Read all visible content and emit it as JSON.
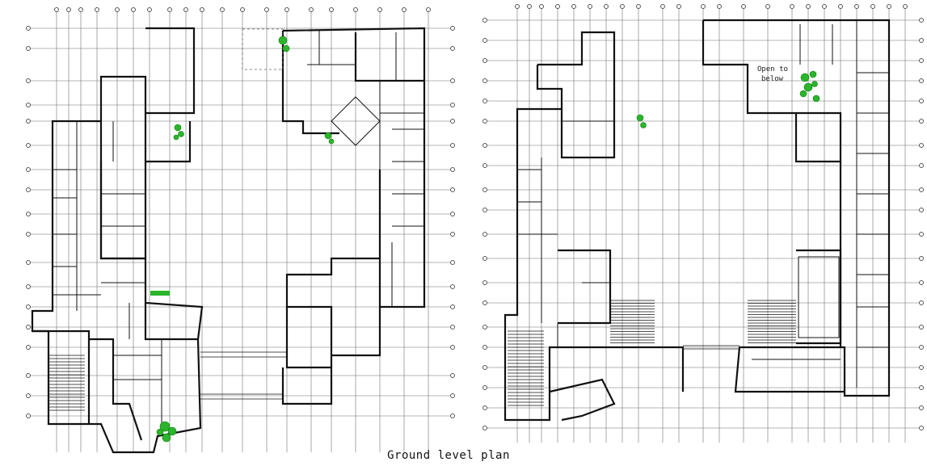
{
  "drawing": {
    "caption": "Ground level plan",
    "annotation_line1": "Open to",
    "annotation_line2": "below"
  },
  "colors": {
    "ink": "#111111",
    "grid": "#6e6e6e",
    "planting": "#2bb52b",
    "background": "#ffffff"
  },
  "icons": [
    "tree-icon",
    "stair-icon",
    "seating-icon",
    "section-marker-icon",
    "grid-bubble-icon"
  ]
}
